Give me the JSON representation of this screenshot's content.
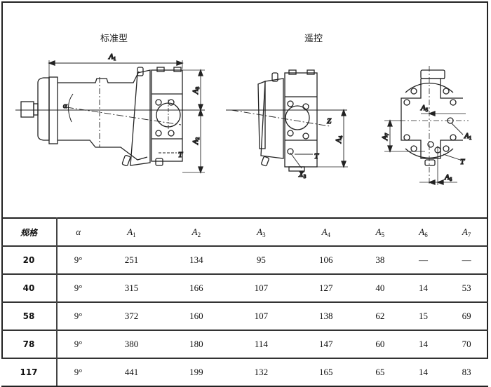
{
  "views": {
    "standard": {
      "title": "标准型",
      "labels": {
        "A1": "A",
        "A1_sub": "1",
        "A2": "A",
        "A2_sub": "2",
        "A3": "A",
        "A3_sub": "3",
        "alpha": "α",
        "T": "T"
      }
    },
    "remote": {
      "title": "遥控",
      "labels": {
        "Z": "Z",
        "A4": "A",
        "A4_sub": "4",
        "T": "T",
        "X3": "X",
        "X3_sub": "3"
      }
    },
    "end": {
      "labels": {
        "A5": "A",
        "A5_sub": "5",
        "A6": "A",
        "A6_sub": "6",
        "A7": "A",
        "A7_sub": "7",
        "A1": "A",
        "A1_sub": "1",
        "T": "T"
      }
    }
  },
  "table": {
    "headers": [
      {
        "base": "规格",
        "sub": ""
      },
      {
        "base": "α",
        "sub": ""
      },
      {
        "base": "A",
        "sub": "1"
      },
      {
        "base": "A",
        "sub": "2"
      },
      {
        "base": "A",
        "sub": "3"
      },
      {
        "base": "A",
        "sub": "4"
      },
      {
        "base": "A",
        "sub": "5"
      },
      {
        "base": "A",
        "sub": "6"
      },
      {
        "base": "A",
        "sub": "7"
      }
    ],
    "rows": [
      [
        "20",
        "9°",
        "251",
        "134",
        "95",
        "106",
        "38",
        "—",
        "—"
      ],
      [
        "40",
        "9°",
        "315",
        "166",
        "107",
        "127",
        "40",
        "14",
        "53"
      ],
      [
        "58",
        "9°",
        "372",
        "160",
        "107",
        "138",
        "62",
        "15",
        "69"
      ],
      [
        "78",
        "9°",
        "380",
        "180",
        "114",
        "147",
        "60",
        "14",
        "70"
      ],
      [
        "117",
        "9°",
        "441",
        "199",
        "132",
        "165",
        "65",
        "14",
        "83"
      ]
    ]
  }
}
